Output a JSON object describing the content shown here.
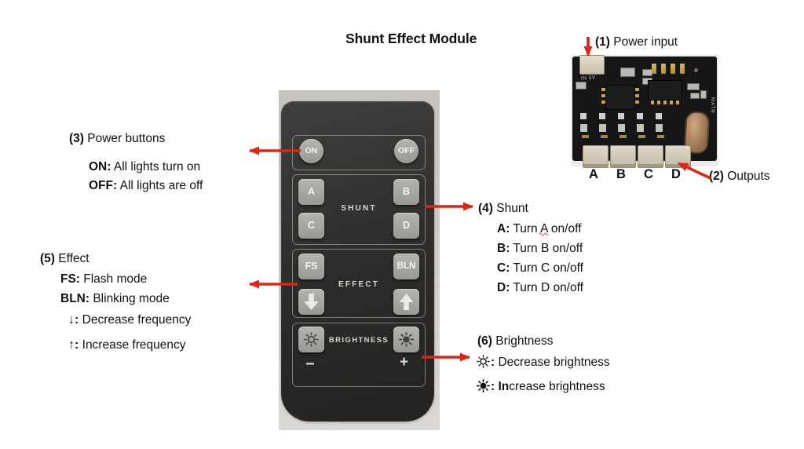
{
  "title": "Shunt Effect Module",
  "colors": {
    "arrow_red": "#e42313",
    "squiggle_red": "#e3705f"
  },
  "pcb": {
    "label_power_num": "(1)",
    "label_power_text": " Power input",
    "label_outputs_num": "(2)",
    "label_outputs_text": " Outputs",
    "letters": [
      "A",
      "B",
      "C",
      "D"
    ],
    "silkscreen_in": "IN 5V",
    "silkscreen_side": "MATN"
  },
  "remote": {
    "btn_on": "ON",
    "btn_off": "OFF",
    "section_shunt": "SHUNT",
    "btn_a": "A",
    "btn_b": "B",
    "btn_c": "C",
    "btn_d": "D",
    "section_effect": "EFFECT",
    "btn_fs": "FS",
    "btn_bln": "BLN",
    "section_brightness": "BRIGHTNESS",
    "minus": "−",
    "plus": "+",
    "icons": {
      "down": "down-arrow-icon",
      "up": "up-arrow-icon",
      "dim": "sun-outline-icon",
      "bright": "sun-filled-icon"
    }
  },
  "notes": {
    "power": {
      "num": "(3)",
      "title": " Power buttons",
      "lines": [
        {
          "key": "ON:",
          "text": " All lights turn on"
        },
        {
          "key": "OFF:",
          "text": " All lights are off"
        }
      ]
    },
    "shunt": {
      "num": "(4)",
      "title": " Shunt",
      "lines": [
        {
          "key": "A:",
          "text": " Turn A on/off"
        },
        {
          "key": "B:",
          "text": " Turn B on/off"
        },
        {
          "key": "C:",
          "text": " Turn C on/off"
        },
        {
          "key": "D:",
          "text": " Turn D on/off"
        }
      ]
    },
    "effect": {
      "num": "(5)",
      "title": " Effect",
      "lines": [
        {
          "key": "FS:",
          "text": " Flash mode"
        },
        {
          "key": "BLN:",
          "text": " Blinking mode"
        },
        {
          "key": "↓:",
          "text": " Decrease frequency"
        },
        {
          "key": "↑:",
          "text": " Increase frequency"
        }
      ]
    },
    "brightness": {
      "num": "(6)",
      "title": " Brightness",
      "lines": [
        {
          "icon": "sun-outline-icon",
          "key": ":",
          "text": " Decrease brightness"
        },
        {
          "icon": "sun-filled-icon",
          "key": ": In",
          "text": "crease brightness"
        }
      ]
    }
  }
}
